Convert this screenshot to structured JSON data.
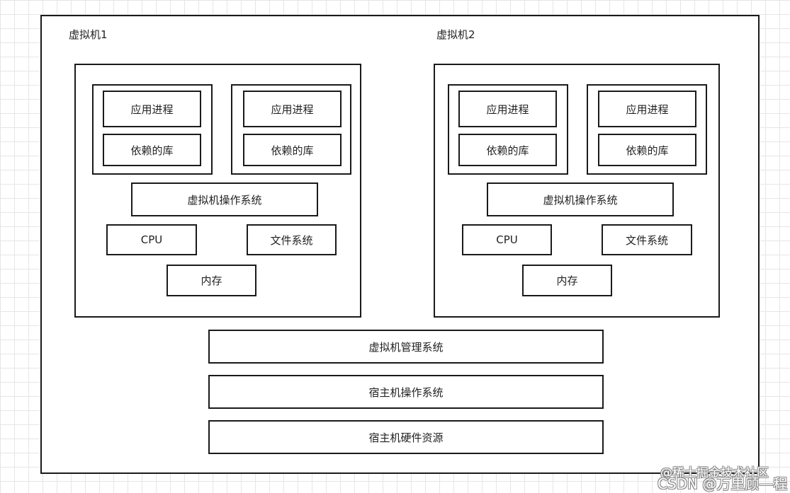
{
  "vm1": {
    "title": "虚拟机1",
    "app_group_1": {
      "process": "应用进程",
      "library": "依赖的库"
    },
    "app_group_2": {
      "process": "应用进程",
      "library": "依赖的库"
    },
    "os": "虚拟机操作系统",
    "cpu": "CPU",
    "filesystem": "文件系统",
    "memory": "内存"
  },
  "vm2": {
    "title": "虚拟机2",
    "app_group_1": {
      "process": "应用进程",
      "library": "依赖的库"
    },
    "app_group_2": {
      "process": "应用进程",
      "library": "依赖的库"
    },
    "os": "虚拟机操作系统",
    "cpu": "CPU",
    "filesystem": "文件系统",
    "memory": "内存"
  },
  "host": {
    "vm_manager": "虚拟机管理系统",
    "host_os": "宿主机操作系统",
    "hardware": "宿主机硬件资源"
  },
  "watermark": {
    "line1": "@稀土掘金技术社区",
    "line2": "CSDN @万里顾—程"
  }
}
